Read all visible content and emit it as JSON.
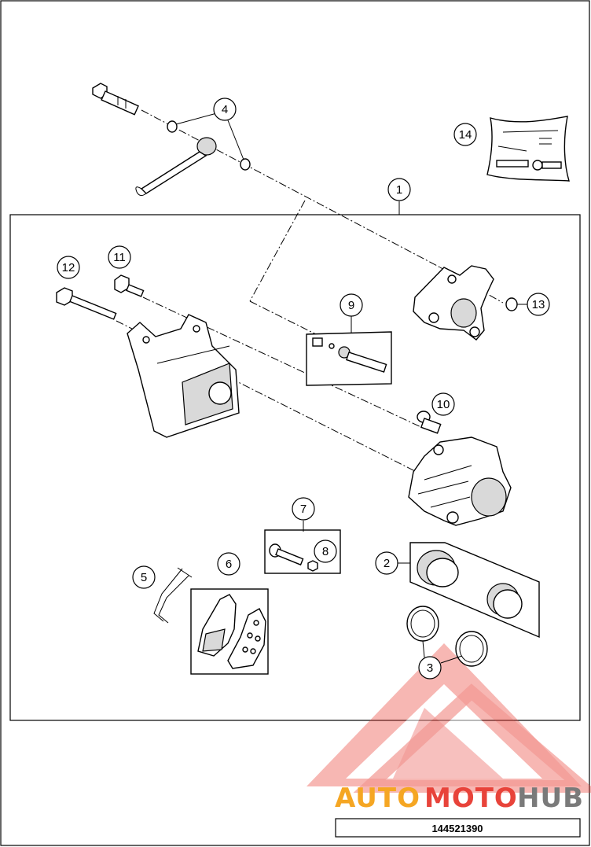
{
  "diagram": {
    "reference_number": "144521390",
    "callouts": [
      "1",
      "2",
      "3",
      "4",
      "5",
      "6",
      "7",
      "8",
      "9",
      "10",
      "11",
      "12",
      "13",
      "14"
    ]
  },
  "watermark": {
    "part1": "AUTO",
    "part2": "MOTO",
    "part3": "HUB",
    "color_orange": "#f5a623",
    "color_red": "#e8433a",
    "color_gray": "#7a7a7a"
  }
}
